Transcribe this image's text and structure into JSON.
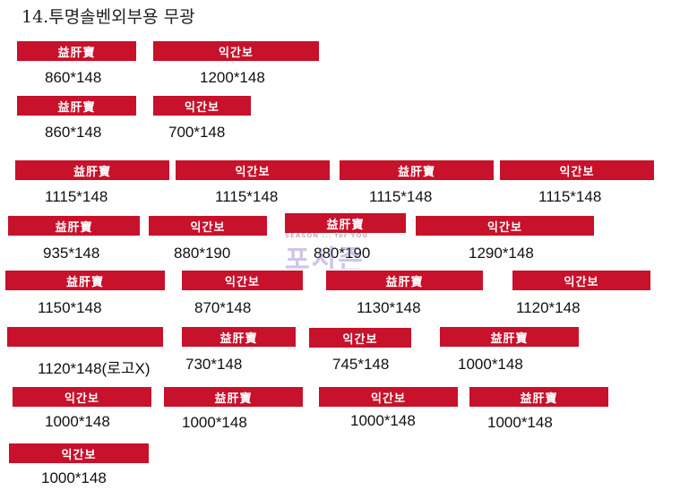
{
  "title": "14.투명솔벤외부용 무광",
  "colors": {
    "banner_red": "#c8112a",
    "banner_text": "#ffffff"
  },
  "labels": {
    "gyeolgan": "益肝寶",
    "ikganbo": "익간보"
  },
  "watermark": {
    "top": "SEASON ... for YOU",
    "main": "포시즌"
  },
  "items": [
    {
      "label": "益肝寶",
      "size": "860*148"
    },
    {
      "label": "익간보",
      "size": "1200*148"
    },
    {
      "label": "益肝寶",
      "size": "860*148"
    },
    {
      "label": "익간보",
      "size": "700*148"
    },
    {
      "label": "益肝寶",
      "size": "1115*148"
    },
    {
      "label": "익간보",
      "size": "1115*148"
    },
    {
      "label": "益肝寶",
      "size": "1115*148"
    },
    {
      "label": "익간보",
      "size": "1115*148"
    },
    {
      "label": "益肝寶",
      "size": "935*148"
    },
    {
      "label": "익간보",
      "size": "880*190"
    },
    {
      "label": "益肝寶",
      "size": "880*190"
    },
    {
      "label": "익간보",
      "size": "1290*148"
    },
    {
      "label": "益肝寶",
      "size": "1150*148"
    },
    {
      "label": "익간보",
      "size": "870*148"
    },
    {
      "label": "益肝寶",
      "size": "1130*148"
    },
    {
      "label": "익간보",
      "size": "1120*148"
    },
    {
      "label": "",
      "size": "1120*148(로고X)"
    },
    {
      "label": "益肝寶",
      "size": "730*148"
    },
    {
      "label": "익간보",
      "size": "745*148"
    },
    {
      "label": "益肝寶",
      "size": "1000*148"
    },
    {
      "label": "익간보",
      "size": "1000*148"
    },
    {
      "label": "益肝寶",
      "size": "1000*148"
    },
    {
      "label": "익간보",
      "size": "1000*148"
    },
    {
      "label": "益肝寶",
      "size": "1000*148"
    },
    {
      "label": "익간보",
      "size": "1000*148"
    }
  ]
}
